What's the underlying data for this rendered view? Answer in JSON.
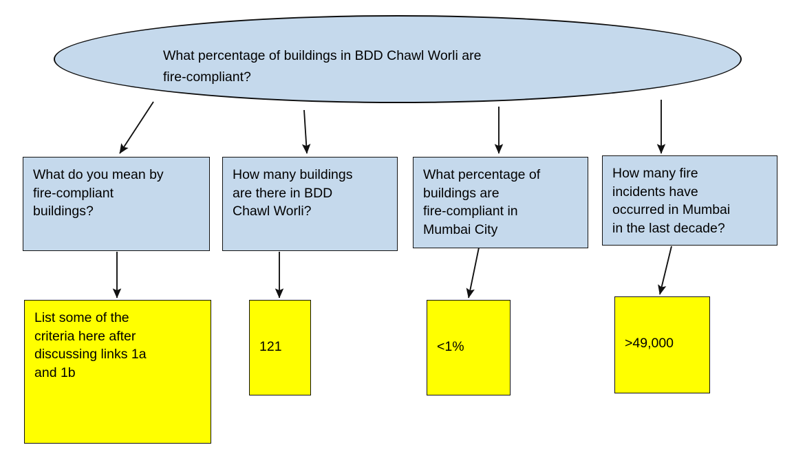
{
  "diagram": {
    "type": "question-decomposition-tree",
    "title_node": {
      "id": "root",
      "shape": "ellipse",
      "text": "What percentage of buildings in BDD Chawl Worli are\nfire-compliant?",
      "fill": "#c5d9ec",
      "stroke": "#0d0d0d"
    },
    "sub_questions": [
      {
        "id": "q1",
        "shape": "rectangle",
        "text": "What do you mean by\nfire-compliant\nbuildings?",
        "fill": "#c5d9ec",
        "stroke": "#111111"
      },
      {
        "id": "q2",
        "shape": "rectangle",
        "text": "How many buildings\nare there in BDD\nChawl Worli?",
        "fill": "#c5d9ec",
        "stroke": "#111111"
      },
      {
        "id": "q3",
        "shape": "rectangle",
        "text": "What percentage of\nbuildings are\nfire-compliant in\nMumbai City",
        "fill": "#c5d9ec",
        "stroke": "#111111"
      },
      {
        "id": "q4",
        "shape": "rectangle",
        "text": "How many fire\nincidents have\noccurred in Mumbai\nin the last decade?",
        "fill": "#c5d9ec",
        "stroke": "#111111"
      }
    ],
    "answers": [
      {
        "id": "a1",
        "shape": "rectangle",
        "text": "List some of the\ncriteria here after\ndiscussing links 1a\nand 1b",
        "fill": "#ffff00",
        "stroke": "#111111"
      },
      {
        "id": "a2",
        "shape": "rectangle",
        "text": "121",
        "fill": "#ffff00",
        "stroke": "#111111"
      },
      {
        "id": "a3",
        "shape": "rectangle",
        "text": "<1%",
        "fill": "#ffff00",
        "stroke": "#111111"
      },
      {
        "id": "a4",
        "shape": "rectangle",
        "text": ">49,000",
        "fill": "#ffff00",
        "stroke": "#111111"
      }
    ],
    "connectors": [
      {
        "id": "c-root-q1",
        "from": "root",
        "to": "q1",
        "style": "arrow"
      },
      {
        "id": "c-root-q2",
        "from": "root",
        "to": "q2",
        "style": "arrow"
      },
      {
        "id": "c-root-q3",
        "from": "root",
        "to": "q3",
        "style": "arrow"
      },
      {
        "id": "c-root-q4",
        "from": "root",
        "to": "q4",
        "style": "arrow"
      },
      {
        "id": "c-q1-a1",
        "from": "q1",
        "to": "a1",
        "style": "arrow"
      },
      {
        "id": "c-q2-a2",
        "from": "q2",
        "to": "a2",
        "style": "arrow"
      },
      {
        "id": "c-q3-a3",
        "from": "q3",
        "to": "a3",
        "style": "arrow"
      },
      {
        "id": "c-q4-a4",
        "from": "q4",
        "to": "a4",
        "style": "arrow"
      }
    ],
    "colors": {
      "question_fill": "#c5d9ec",
      "answer_fill": "#ffff00",
      "stroke": "#111111",
      "background": "#ffffff",
      "text": "#000000"
    }
  }
}
